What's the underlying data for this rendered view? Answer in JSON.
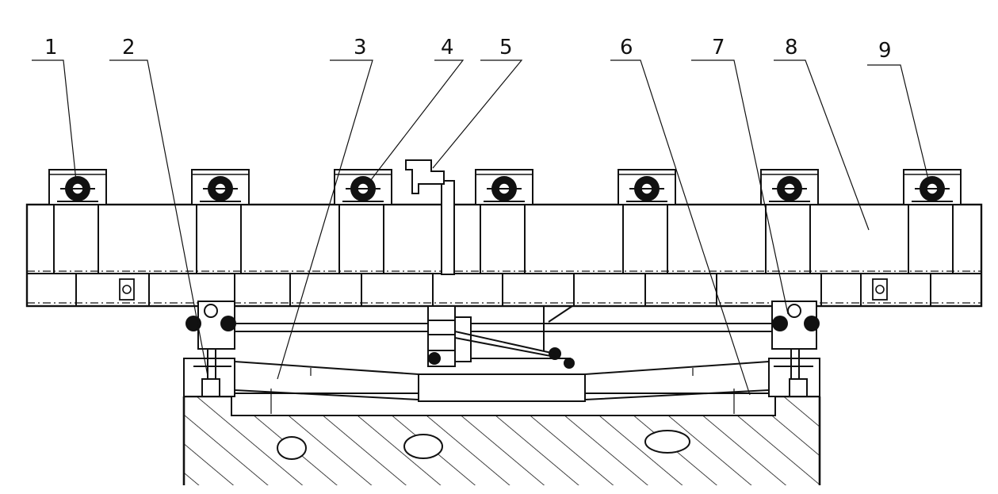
{
  "diagram": {
    "callouts": [
      {
        "id": "callout-1",
        "label": "1"
      },
      {
        "id": "callout-2",
        "label": "2"
      },
      {
        "id": "callout-3",
        "label": "3"
      },
      {
        "id": "callout-4",
        "label": "4"
      },
      {
        "id": "callout-5",
        "label": "5"
      },
      {
        "id": "callout-6",
        "label": "6"
      },
      {
        "id": "callout-7",
        "label": "7"
      },
      {
        "id": "callout-8",
        "label": "8"
      },
      {
        "id": "callout-9",
        "label": "9"
      }
    ],
    "colors": {
      "ink": "#111111",
      "paper": "#ffffff"
    }
  }
}
